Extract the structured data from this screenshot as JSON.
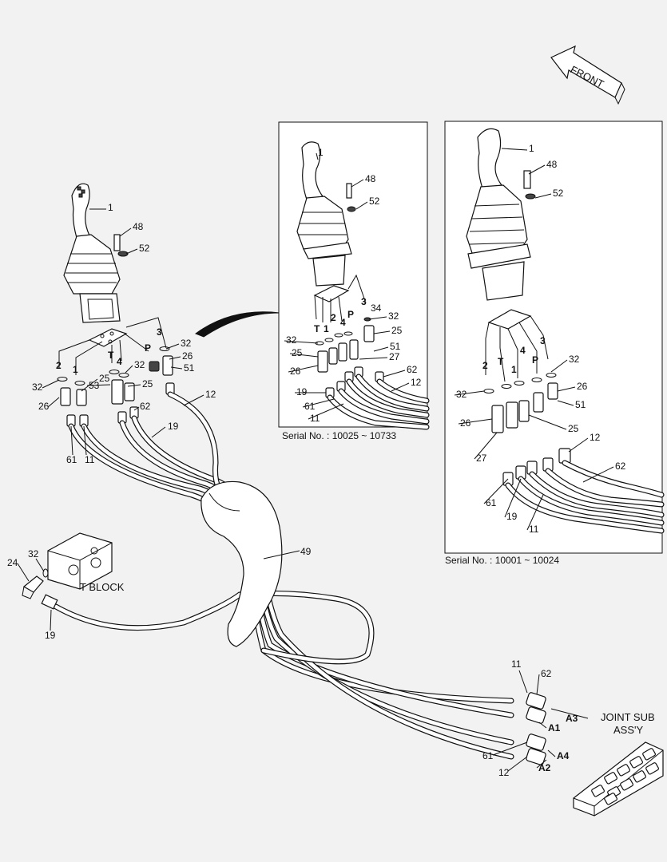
{
  "front_label": "FRONT",
  "callouts": {
    "main": [
      {
        "id": "m1",
        "text": "1"
      },
      {
        "id": "m48",
        "text": "48"
      },
      {
        "id": "m52",
        "text": "52"
      },
      {
        "id": "m3",
        "text": "3"
      },
      {
        "id": "m32a",
        "text": "32"
      },
      {
        "id": "mP",
        "text": "P"
      },
      {
        "id": "m26a",
        "text": "26"
      },
      {
        "id": "m51",
        "text": "51"
      },
      {
        "id": "mT",
        "text": "T"
      },
      {
        "id": "m4",
        "text": "4"
      },
      {
        "id": "m32b",
        "text": "32"
      },
      {
        "id": "m2",
        "text": "2"
      },
      {
        "id": "m1b",
        "text": "1"
      },
      {
        "id": "m53",
        "text": "53"
      },
      {
        "id": "m25a",
        "text": "25"
      },
      {
        "id": "m25b",
        "text": "25"
      },
      {
        "id": "m32c",
        "text": "32"
      },
      {
        "id": "m26b",
        "text": "26"
      },
      {
        "id": "m62",
        "text": "62"
      },
      {
        "id": "m12",
        "text": "12"
      },
      {
        "id": "m19",
        "text": "19"
      },
      {
        "id": "m61",
        "text": "61"
      },
      {
        "id": "m11",
        "text": "11"
      },
      {
        "id": "m49",
        "text": "49"
      },
      {
        "id": "m24",
        "text": "24"
      },
      {
        "id": "m32d",
        "text": "32"
      },
      {
        "id": "m19b",
        "text": "19"
      },
      {
        "id": "m11b",
        "text": "11"
      },
      {
        "id": "m62b",
        "text": "62"
      },
      {
        "id": "mA3",
        "text": "A3"
      },
      {
        "id": "mA1",
        "text": "A1"
      },
      {
        "id": "mA4",
        "text": "A4"
      },
      {
        "id": "mA2",
        "text": "A2"
      },
      {
        "id": "m61b",
        "text": "61"
      },
      {
        "id": "m12b",
        "text": "12"
      }
    ],
    "inset_a": [
      {
        "id": "a1",
        "text": "1"
      },
      {
        "id": "a48",
        "text": "48"
      },
      {
        "id": "a52",
        "text": "52"
      },
      {
        "id": "a3",
        "text": "3"
      },
      {
        "id": "a34",
        "text": "34"
      },
      {
        "id": "aP",
        "text": "P"
      },
      {
        "id": "a2",
        "text": "2"
      },
      {
        "id": "a4",
        "text": "4"
      },
      {
        "id": "a32a",
        "text": "32"
      },
      {
        "id": "aT",
        "text": "T"
      },
      {
        "id": "a1b",
        "text": "1"
      },
      {
        "id": "a25a",
        "text": "25"
      },
      {
        "id": "a32b",
        "text": "32"
      },
      {
        "id": "a25b",
        "text": "25"
      },
      {
        "id": "a51",
        "text": "51"
      },
      {
        "id": "a27",
        "text": "27"
      },
      {
        "id": "a26",
        "text": "26"
      },
      {
        "id": "a62",
        "text": "62"
      },
      {
        "id": "a12",
        "text": "12"
      },
      {
        "id": "a19",
        "text": "19"
      },
      {
        "id": "a61",
        "text": "61"
      },
      {
        "id": "a11",
        "text": "11"
      }
    ],
    "inset_b": [
      {
        "id": "b1",
        "text": "1"
      },
      {
        "id": "b48",
        "text": "48"
      },
      {
        "id": "b52",
        "text": "52"
      },
      {
        "id": "b3",
        "text": "3"
      },
      {
        "id": "b2",
        "text": "2"
      },
      {
        "id": "bT",
        "text": "T"
      },
      {
        "id": "b1b",
        "text": "1"
      },
      {
        "id": "b4",
        "text": "4"
      },
      {
        "id": "bP",
        "text": "P"
      },
      {
        "id": "b32a",
        "text": "32"
      },
      {
        "id": "b32b",
        "text": "32"
      },
      {
        "id": "b26",
        "text": "26"
      },
      {
        "id": "b51",
        "text": "51"
      },
      {
        "id": "b26b",
        "text": "26"
      },
      {
        "id": "b25",
        "text": "25"
      },
      {
        "id": "b27",
        "text": "27"
      },
      {
        "id": "b12",
        "text": "12"
      },
      {
        "id": "b62",
        "text": "62"
      },
      {
        "id": "b61",
        "text": "61"
      },
      {
        "id": "b19",
        "text": "19"
      },
      {
        "id": "b11",
        "text": "11"
      }
    ]
  },
  "captions": {
    "inset_a_serial": "Serial No. : 10025 ~ 10733",
    "inset_b_serial": "Serial No. : 10001 ~ 10024",
    "t_block": "T BLOCK",
    "joint_sub_line1": "JOINT SUB",
    "joint_sub_line2": "ASS'Y"
  }
}
